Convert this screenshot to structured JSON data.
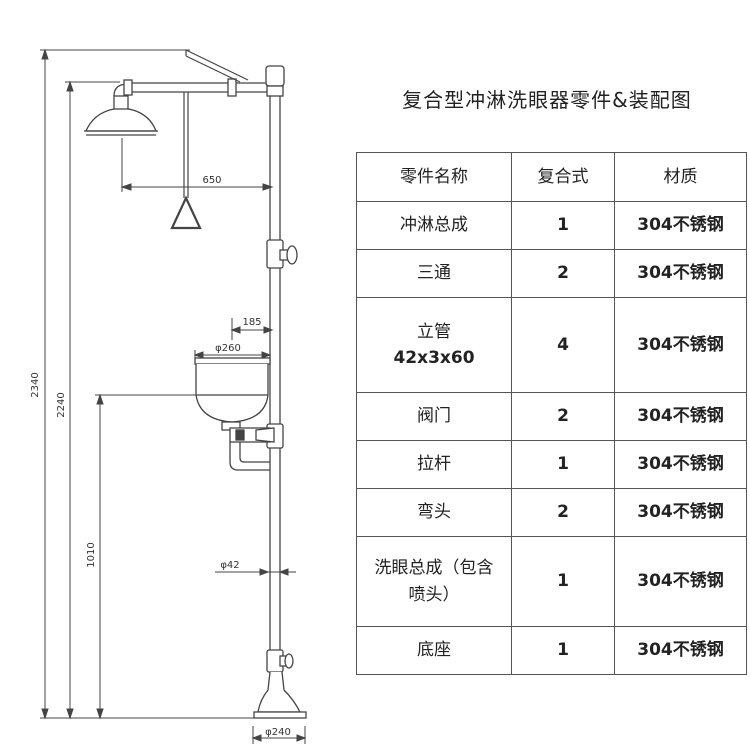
{
  "title": "复合型冲淋洗眼器零件&装配图",
  "drawing": {
    "dim_total_height": "2340",
    "dim_shower_height": "2240",
    "dim_bowl_height": "1010",
    "dim_arm_length": "650",
    "dim_bowl_offset": "185",
    "dim_bowl_diameter": "φ260",
    "dim_pipe_diameter": "φ42",
    "dim_base_diameter": "φ240"
  },
  "table": {
    "headers": [
      "零件名称",
      "复合式",
      "材质"
    ],
    "rows": [
      {
        "name": "冲淋总成",
        "name2": "",
        "qty": "1",
        "material": "304不锈钢"
      },
      {
        "name": "三通",
        "name2": "",
        "qty": "2",
        "material": "304不锈钢"
      },
      {
        "name": "立管",
        "name2": "42x3x60",
        "qty": "4",
        "material": "304不锈钢"
      },
      {
        "name": "阀门",
        "name2": "",
        "qty": "2",
        "material": "304不锈钢"
      },
      {
        "name": "拉杆",
        "name2": "",
        "qty": "1",
        "material": "304不锈钢"
      },
      {
        "name": "弯头",
        "name2": "",
        "qty": "2",
        "material": "304不锈钢"
      },
      {
        "name": "洗眼总成（包含",
        "name2": "喷头）",
        "qty": "1",
        "material": "304不锈钢"
      },
      {
        "name": "底座",
        "name2": "",
        "qty": "1",
        "material": "304不锈钢"
      }
    ]
  }
}
